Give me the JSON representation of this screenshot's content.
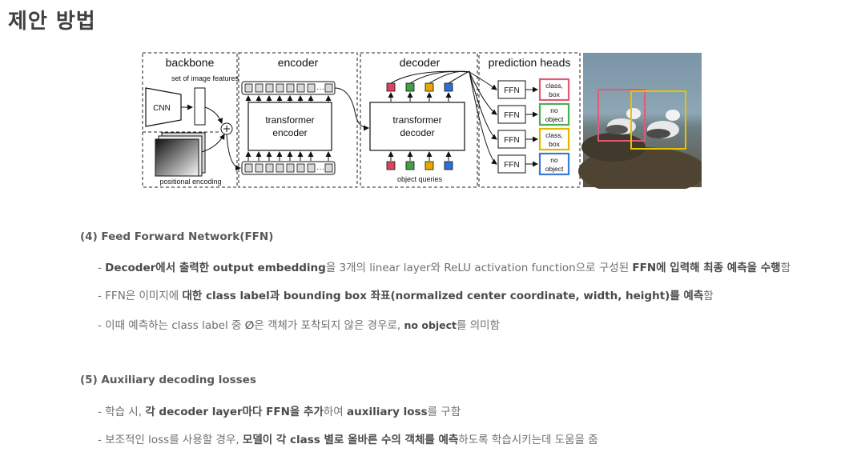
{
  "page": {
    "title": "제안 방법"
  },
  "figure": {
    "backbone": {
      "title": "backbone",
      "features": "set of image features",
      "cnn": "CNN",
      "pos": "positional encoding"
    },
    "encoder": {
      "title": "encoder",
      "box_line1": "transformer",
      "box_line2": "encoder"
    },
    "decoder": {
      "title": "decoder",
      "box_line1": "transformer",
      "box_line2": "decoder",
      "queries": "object queries"
    },
    "heads": {
      "title": "prediction heads",
      "ffn": "FFN",
      "outputs": [
        {
          "line1": "class,",
          "line2": "box",
          "color": "#e05a78"
        },
        {
          "line1": "no",
          "line2": "object",
          "color": "#4caf50"
        },
        {
          "line1": "class,",
          "line2": "box",
          "color": "#e6b400"
        },
        {
          "line1": "no",
          "line2": "object",
          "color": "#3a7bd5"
        }
      ]
    },
    "query_colors": [
      "#d9455f",
      "#43a047",
      "#e6a800",
      "#2f6fd1"
    ],
    "box_colors": {
      "bird1": "#e05a78",
      "bird2": "#e6c200"
    }
  },
  "section4": {
    "heading": "(4) Feed Forward Network(FFN)",
    "b1": {
      "pre": "- ",
      "bold1": "Decoder에서 출력한 output embedding",
      "t1": "을 3개의 linear layer와 ReLU activation function으로 구성된 ",
      "bold2": "FFN에 입력해 최종 예측을 수행",
      "t2": "함"
    },
    "b2": {
      "pre": "- FFN은 이미지에 ",
      "bold1": "대한 class label과 bounding box 좌표(normalized center coordinate, width, height)를 예측",
      "t1": "함"
    },
    "b3": {
      "pre": "- 이때 예측하는 class label 중 ",
      "bold1": "∅",
      "t1": "은 객체가 포착되지 않은 경우로, ",
      "bold2": "no object",
      "t2": "를 의미함"
    }
  },
  "section5": {
    "heading": "(5) Auxiliary decoding losses",
    "b1": {
      "pre": "- 학습 시, ",
      "bold1": "각 decoder layer마다 FFN을 추가",
      "t1": "하여 ",
      "bold2": "auxiliary loss",
      "t2": "를 구함"
    },
    "b2": {
      "pre": "- 보조적인 loss를 사용할 경우, ",
      "bold1": "모델이 각 class 별로 올바른 수의 객체를 예측",
      "t1": "하도록 학습시키는데 도움을 줌"
    }
  }
}
